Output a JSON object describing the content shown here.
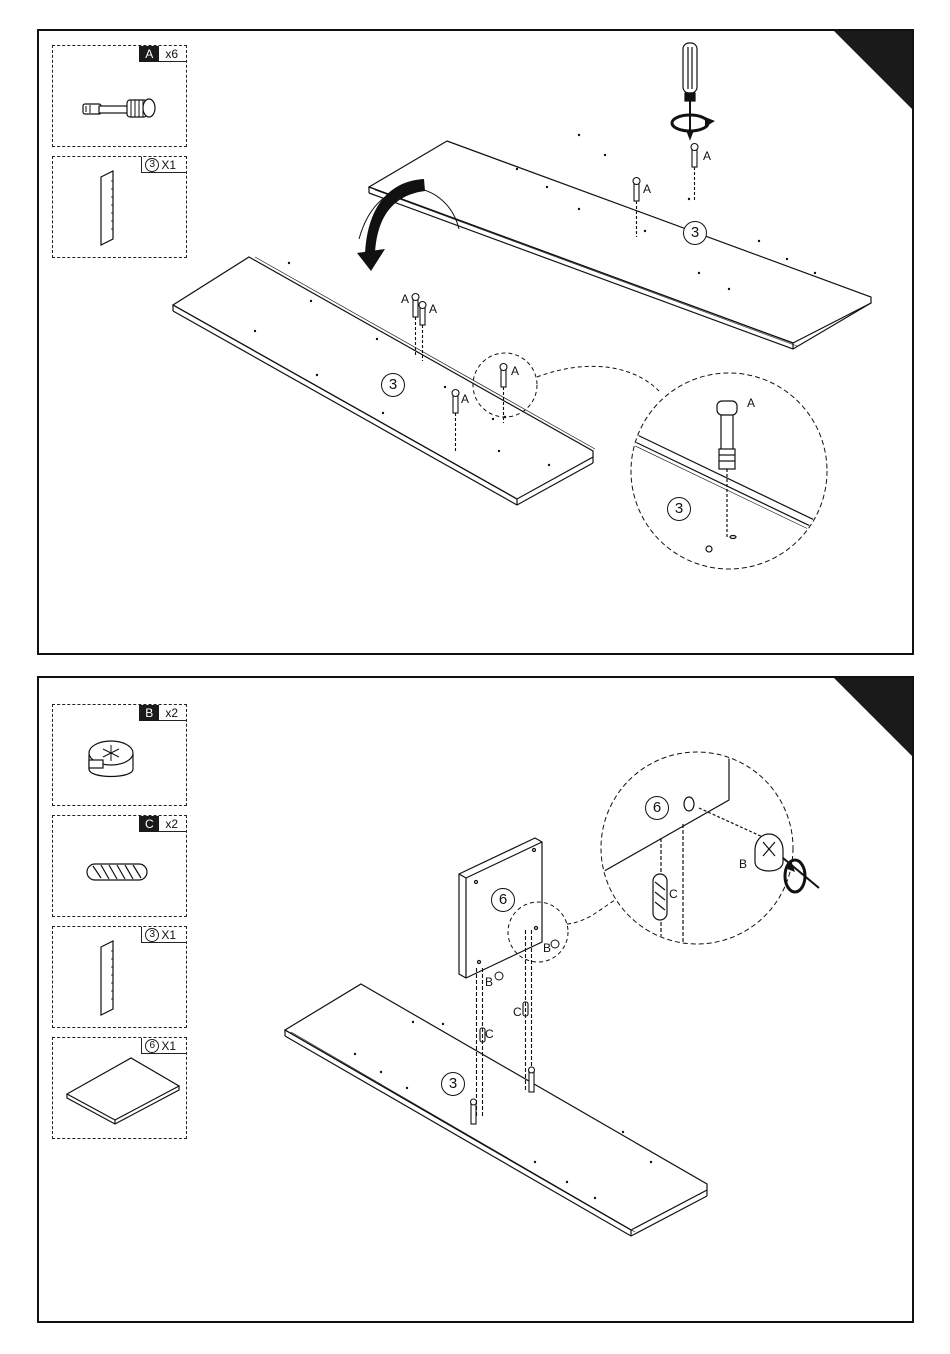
{
  "step1": {
    "parts": [
      {
        "letter": "A",
        "qty": "x6",
        "icon": "cam-bolt-icon"
      },
      {
        "ref": "3",
        "qty": "X1",
        "icon": "panel-edge-icon"
      }
    ],
    "callouts": {
      "bolt_label": "A",
      "board_number": "3",
      "detail_bolt_label": "A",
      "detail_board_number": "3"
    }
  },
  "step2": {
    "parts": [
      {
        "letter": "B",
        "qty": "x2",
        "icon": "cam-lock-icon"
      },
      {
        "letter": "C",
        "qty": "x2",
        "icon": "wooden-dowel-icon"
      },
      {
        "ref": "3",
        "qty": "X1",
        "icon": "panel-edge-icon"
      },
      {
        "ref": "6",
        "qty": "X1",
        "icon": "square-panel-icon"
      }
    ],
    "callouts": {
      "cam_label": "B",
      "dowel_label": "C",
      "board_number": "3",
      "upright_number": "6",
      "detail_number": "6",
      "detail_cam_label": "B",
      "detail_dowel_label": "C"
    }
  }
}
